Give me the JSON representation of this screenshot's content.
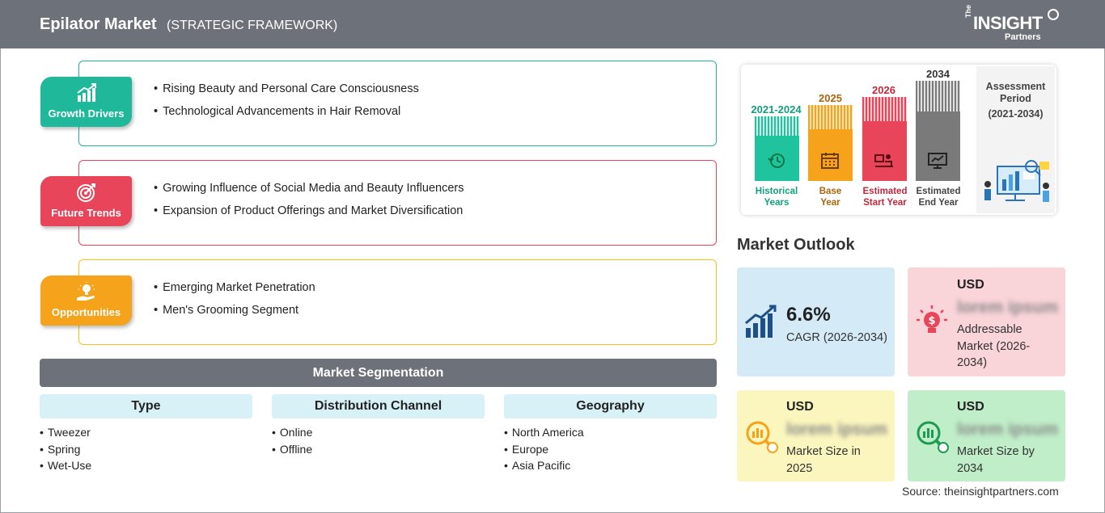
{
  "header": {
    "title": "Epilator Market",
    "subtitle": "(STRATEGIC FRAMEWORK)",
    "logo_the": "The",
    "logo_main": "INSIGHT",
    "logo_sub": "Partners"
  },
  "framework": [
    {
      "label": "Growth Drivers",
      "icon": "growth-chart-icon",
      "color": "#1fb89a",
      "items": [
        "Rising Beauty and Personal Care Consciousness",
        "Technological Advancements in Hair Removal"
      ]
    },
    {
      "label": "Future Trends",
      "icon": "target-icon",
      "color": "#e8455a",
      "items": [
        "Growing Influence of Social Media and Beauty Influencers",
        "Expansion of Product Offerings and Market Diversification"
      ]
    },
    {
      "label": "Opportunities",
      "icon": "lightbulb-hand-icon",
      "color": "#f5a31a",
      "items": [
        "Emerging Market Penetration",
        "Men's Grooming Segment"
      ]
    }
  ],
  "segmentation": {
    "title": "Market Segmentation",
    "columns": [
      {
        "head": "Type",
        "items": [
          "Tweezer",
          "Spring",
          "Wet-Use"
        ]
      },
      {
        "head": "Distribution Channel",
        "items": [
          "Online",
          "Offline"
        ]
      },
      {
        "head": "Geography",
        "items": [
          "North America",
          "Europe",
          "Asia Pacific"
        ]
      }
    ]
  },
  "timeline": {
    "periods": [
      {
        "year": "2021-2024",
        "label1": "Historical",
        "label2": "Years",
        "color": "#1fc39e",
        "text_color": "#139e7e",
        "icon": "history-icon"
      },
      {
        "year": "2025",
        "label1": "Base",
        "label2": "Year",
        "color": "#f7a21b",
        "text_color": "#a8650a",
        "icon": "calendar-icon"
      },
      {
        "year": "2026",
        "label1": "Estimated",
        "label2": "Start Year",
        "color": "#e8455a",
        "text_color": "#c2283d",
        "icon": "presentation-icon"
      },
      {
        "year": "2034",
        "label1": "Estimated",
        "label2": "End Year",
        "color": "#7a7a7a",
        "text_color": "#444444",
        "icon": "monitor-chart-icon"
      }
    ],
    "assessment_title": "Assessment Period",
    "assessment_period": "(2021-2034)"
  },
  "outlook": {
    "title": "Market Outlook",
    "cagr_value": "6.6%",
    "cagr_label": "CAGR (2026-2034)",
    "addressable_usd": "USD",
    "addressable_value": "lorem ipsum",
    "addressable_label": "Addressable Market (2026-2034)",
    "size2025_usd": "USD",
    "size2025_value": "lorem ipsum",
    "size2025_label": "Market Size in 2025",
    "size2034_usd": "USD",
    "size2034_value": "lorem ipsum",
    "size2034_label": "Market Size by 2034",
    "colors": {
      "cagr": "#d5eaf7",
      "addressable": "#f9d4d9",
      "size2025": "#fbf6bd",
      "size2034": "#bfeec9"
    }
  },
  "source": "Source: theinsightpartners.com"
}
